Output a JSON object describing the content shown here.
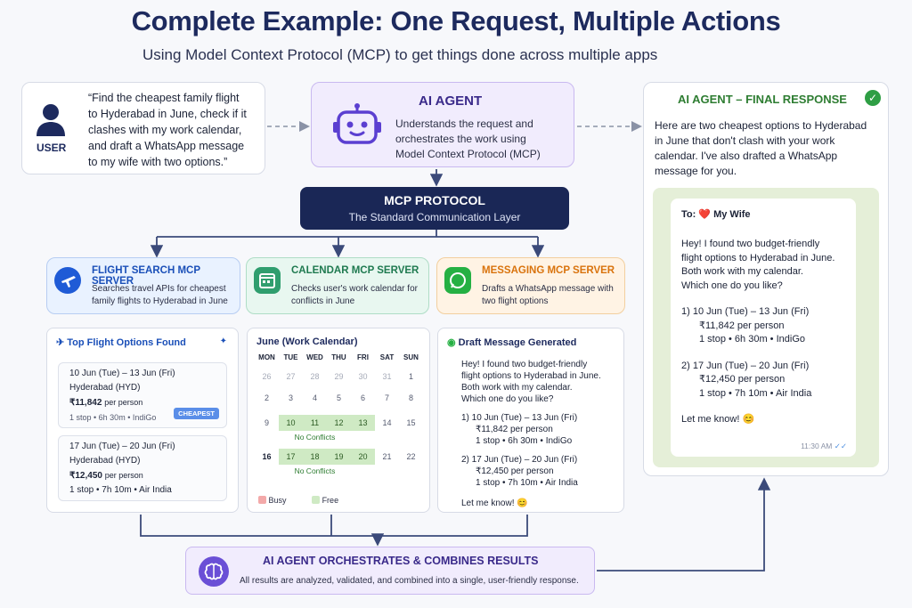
{
  "title": "Complete Example: One Request, Multiple Actions",
  "subtitle": "Using Model Context Protocol (MCP) to get things done across multiple apps",
  "user": {
    "label": "USER",
    "quote_lines": [
      "“Find the cheapest family flight",
      "to Hyderabad in June, check if it",
      "clashes with my work calendar,",
      "and draft a WhatsApp message",
      "to my wife with two options.”"
    ]
  },
  "agent": {
    "title": "AI AGENT",
    "desc_lines": [
      "Understands the request and",
      "orchestrates the work using",
      "Model Context Protocol (MCP)"
    ]
  },
  "mcp": {
    "title": "MCP PROTOCOL",
    "subtitle": "The Standard Communication Layer"
  },
  "servers": {
    "flight": {
      "title": "FLIGHT SEARCH MCP SERVER",
      "desc_lines": [
        "Searches travel APIs for cheapest",
        "family flights to Hyderabad in June"
      ]
    },
    "calendar": {
      "title": "CALENDAR MCP SERVER",
      "desc_lines": [
        "Checks user's work calendar for",
        "conflicts in June"
      ]
    },
    "messaging": {
      "title": "MESSAGING MCP SERVER",
      "desc_lines": [
        "Drafts a WhatsApp message with",
        "two flight options"
      ]
    }
  },
  "flight_panel": {
    "header": "Top Flight Options Found",
    "options": [
      {
        "dates": "10 Jun (Tue) – 13 Jun (Fri)",
        "dest": "Hyderabad (HYD)",
        "price": "₹11,842",
        "per": "per person",
        "details": "1 stop • 6h 30m • IndiGo",
        "badge": "CHEAPEST"
      },
      {
        "dates": "17 Jun (Tue) – 20 Jun (Fri)",
        "dest": "Hyderabad (HYD)",
        "price": "₹12,450",
        "per": "per person",
        "details": "1 stop • 7h 10m • Air India",
        "badge": ""
      }
    ]
  },
  "calendar_panel": {
    "header": "June (Work Calendar)",
    "days": [
      "MON",
      "TUE",
      "WED",
      "THU",
      "FRI",
      "SAT",
      "SUN"
    ],
    "weeks": [
      [
        "26",
        "27",
        "28",
        "29",
        "30",
        "31",
        "1"
      ],
      [
        "2",
        "3",
        "4",
        "5",
        "6",
        "7",
        "8"
      ],
      [
        "9",
        "10",
        "11",
        "12",
        "13",
        "14",
        "15"
      ],
      [
        "16",
        "17",
        "18",
        "19",
        "20",
        "21",
        "22"
      ]
    ],
    "no_conflicts": "No Conflicts",
    "legend_busy": "Busy",
    "legend_free": "Free"
  },
  "message_panel": {
    "header": "Draft Message Generated",
    "body_lines": [
      "Hey! I found two budget-friendly",
      "flight options to Hyderabad in June.",
      "Both work with my calendar.",
      "Which one do you like?"
    ],
    "opt1": [
      "1)   10 Jun (Tue) – 13 Jun (Fri)",
      "₹11,842 per person",
      "1 stop • 6h 30m • IndiGo"
    ],
    "opt2": [
      "2)   17 Jun (Tue) – 20 Jun (Fri)",
      "₹12,450 per person",
      "1 stop • 7h 10m • Air India"
    ],
    "closing": "Let me know! 😊"
  },
  "final": {
    "title": "AI AGENT – FINAL RESPONSE",
    "intro_lines": [
      "Here are two cheapest options to Hyderabad",
      "in June that don't clash with your work",
      "calendar. I've also drafted a WhatsApp",
      "message for you."
    ],
    "to": "To: ❤️ My Wife",
    "body_lines": [
      "Hey! I found two budget-friendly",
      "flight options to Hyderabad in June.",
      "Both work with my calendar.",
      "Which one do you like?"
    ],
    "opt1": [
      "1)    10 Jun (Tue) – 13 Jun (Fri)",
      "₹11,842 per person",
      "1 stop • 6h 30m • IndiGo"
    ],
    "opt2": [
      "2)    17 Jun (Tue) – 20 Jun (Fri)",
      "₹12,450 per person",
      "1 stop • 7h 10m • Air India"
    ],
    "closing": "Let me know! 😊",
    "time": "11:30 AM"
  },
  "orchestrate": {
    "title": "AI AGENT ORCHESTRATES & COMBINES RESULTS",
    "desc": "All results are analyzed, validated, and combined into a single, user-friendly response."
  },
  "colors": {
    "navy": "#1a2756",
    "purple": "#3a2a8a",
    "green": "#2e7d32",
    "blue": "#1a4fb8",
    "orange": "#d9730d"
  }
}
